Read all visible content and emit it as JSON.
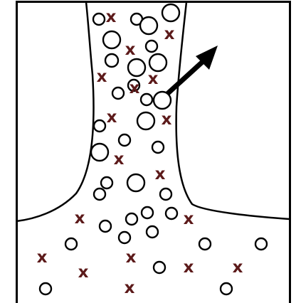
{
  "colors": {
    "background": "#ffffff",
    "outline": "#000000",
    "x_marker": "#5c1a1a",
    "arrow": "#000000"
  },
  "x_symbol": "x",
  "icons": {
    "particle": "open-circle",
    "marker": "x-mark",
    "arrow": "diagonal-arrow-up-right"
  }
}
